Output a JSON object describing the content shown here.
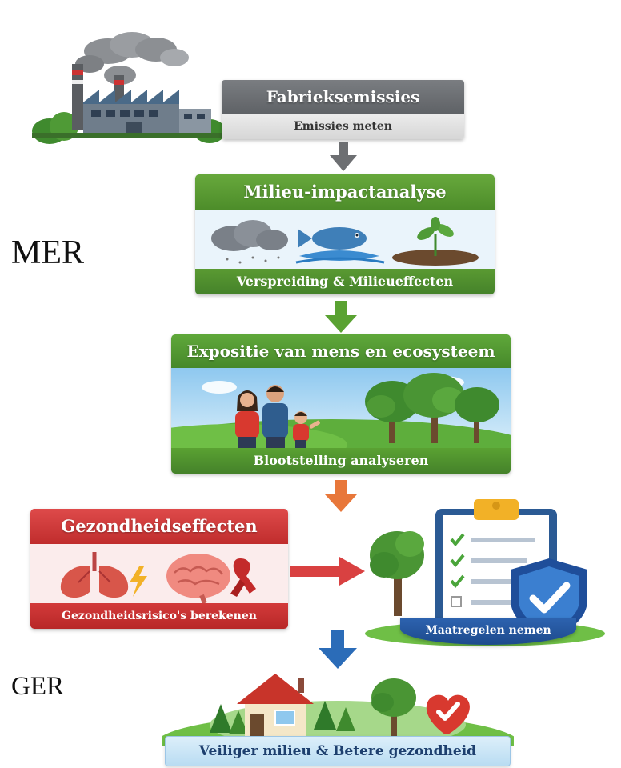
{
  "side_labels": {
    "mer": "MER",
    "ger": "GER"
  },
  "stages": {
    "factory": {
      "title": "Fabrieksemissies",
      "subtitle": "Emissies meten"
    },
    "environment": {
      "title": "Milieu-impactanalyse",
      "subtitle": "Verspreiding & Milieueffecten"
    },
    "exposure": {
      "title": "Expositie van mens en ecosysteem",
      "subtitle": "Blootstelling analyseren"
    },
    "health": {
      "title": "Gezondheidseffecten",
      "subtitle": "Gezondheidsrisico's berekenen"
    },
    "measures": {
      "subtitle": "Maatregelen nemen"
    },
    "outcome": {
      "subtitle": "Veiliger milieu & Betere gezondheid"
    }
  },
  "colors": {
    "factory_bar": "#6b6e72",
    "environment_bar": "#5a9a32",
    "exposure_bar": "#4e9a2e",
    "health_bar": "#d33a3a",
    "measures_badge": "#1f4e9a",
    "arrow_gray": "#6d6f72",
    "arrow_green": "#5aa232",
    "arrow_orange": "#e8773a",
    "arrow_red": "#d94141",
    "arrow_blue": "#2b6cb8"
  },
  "icons": [
    "factory-icon",
    "cloud-icon",
    "fish-icon",
    "plant-icon",
    "family-icon",
    "trees-icon",
    "lungs-icon",
    "brain-icon",
    "ribbon-icon",
    "clipboard-icon",
    "shield-check-icon",
    "house-icon",
    "heart-check-icon"
  ]
}
